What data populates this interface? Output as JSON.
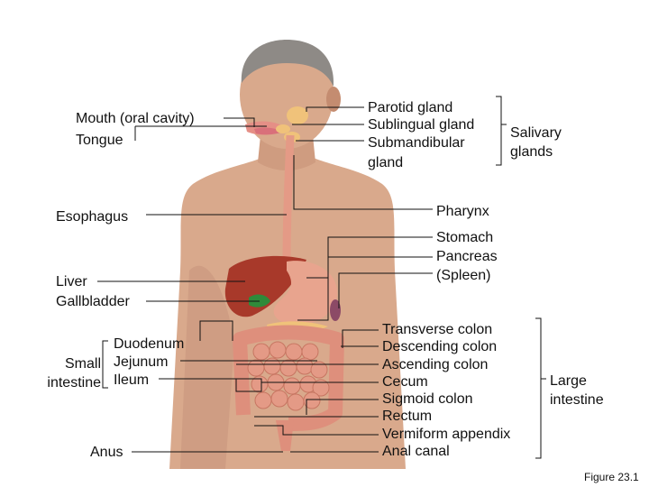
{
  "labels": {
    "mouth": "Mouth (oral cavity)",
    "tongue": "Tongue",
    "esophagus": "Esophagus",
    "liver": "Liver",
    "gallbladder": "Gallbladder",
    "small_intestine": "Small intestine",
    "duodenum": "Duodenum",
    "jejunum": "Jejunum",
    "ileum": "Ileum",
    "anus": "Anus",
    "parotid": "Parotid gland",
    "sublingual": "Sublingual gland",
    "submandibular": "Submandibular gland",
    "salivary_glands": "Salivary glands",
    "pharynx": "Pharynx",
    "stomach": "Stomach",
    "pancreas": "Pancreas",
    "spleen": "(Spleen)",
    "transverse_colon": "Transverse colon",
    "descending_colon": "Descending colon",
    "ascending_colon": "Ascending colon",
    "cecum": "Cecum",
    "sigmoid_colon": "Sigmoid colon",
    "rectum": "Rectum",
    "appendix": "Vermiform appendix",
    "anal_canal": "Anal canal",
    "large_intestine": "Large intestine"
  },
  "caption": "Figure 23.1",
  "colors": {
    "skin": "#d9a98c",
    "skin_shadow": "#b98266",
    "hair": "#8e8a86",
    "tract": "#e49a86",
    "liver": "#a8392a",
    "gallbladder": "#2f8a3a",
    "stomach": "#e8a48e",
    "intestine": "#de8f7c",
    "pancreas": "#f0c27a",
    "line": "#111111"
  }
}
